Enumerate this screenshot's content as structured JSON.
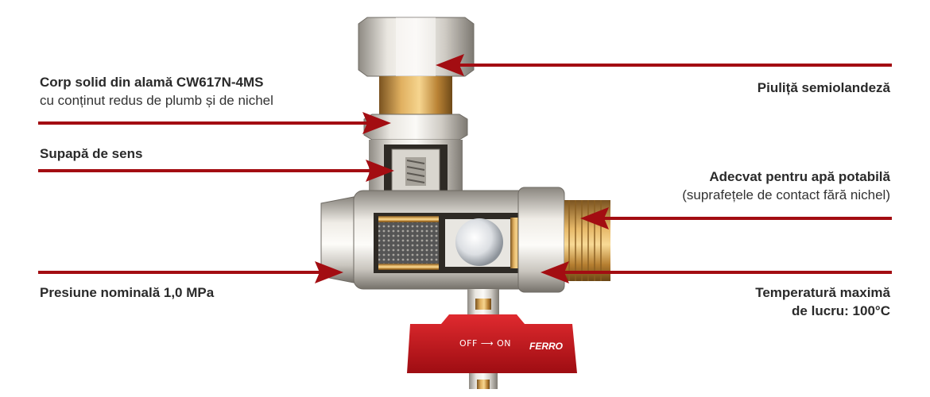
{
  "labels": {
    "body_title": "Corp solid din alamă CW617N-4MS",
    "body_sub": "cu conținut redus de plumb și de nichel",
    "check_valve": "Supapă de sens",
    "pressure": "Presiune nominală 1,0 MPa",
    "nut": "Piuliță semiolandeză",
    "potable_title": "Adecvat pentru apă potabilă",
    "potable_sub": "(suprafețele de contact fără nichel)",
    "temp_line1": "Temperatură maximă",
    "temp_line2": "de lucru: 100°C"
  },
  "handle": {
    "off": "OFF",
    "on": "ON",
    "brand": "FERRO"
  },
  "colors": {
    "arrow": "#a30d12",
    "handle": "#c8141b",
    "brass": "#c9953f",
    "nickel": "#d8d5cf"
  }
}
